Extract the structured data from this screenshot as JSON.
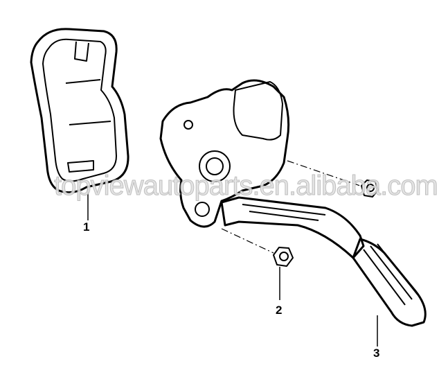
{
  "diagram": {
    "parts": [
      {
        "callout": "1",
        "part": "pedal-cover-gasket"
      },
      {
        "callout": "2",
        "part": "nut"
      },
      {
        "callout": "3",
        "part": "accelerator-pedal-assembly"
      }
    ],
    "watermark": "topviewautoparts.en.alibaba.com",
    "colors": {
      "line": "#000000",
      "background": "#ffffff",
      "watermark": "#c8c8c8"
    }
  }
}
